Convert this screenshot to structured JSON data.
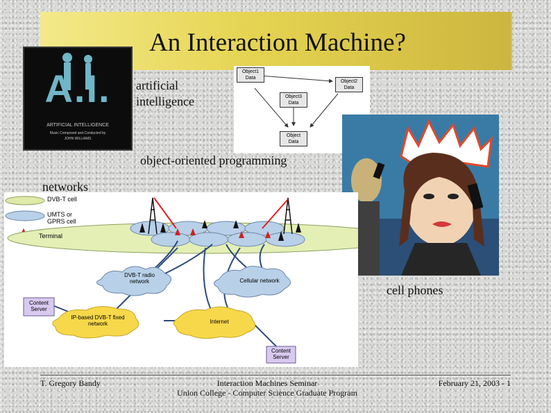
{
  "slide": {
    "title": "An Interaction Machine?",
    "labels": {
      "ai": "artificial intelligence",
      "oop": "object-oriented programming",
      "networks": "networks",
      "cell_phones": "cell phones"
    },
    "ai_poster": {
      "big_text": "A.I.",
      "small_text_1": "ARTIFICIAL INTELLIGENCE",
      "small_text_2": "Music Composed and Conducted by",
      "small_text_3": "JOHN WILLIAMS"
    },
    "oop_diagram": {
      "node_1": "Object1 Data",
      "node_2": "Object2 Data",
      "node_3": "Object3 Data",
      "node_4": "Object Data"
    },
    "network_diagram": {
      "legend_1": "DVB-T cell",
      "legend_2": "UMTS or GPRS cell",
      "legend_3": "Terminal",
      "cloud_1": "DVB-T radio network",
      "cloud_2": "Cellular network",
      "cloud_3": "IP-based DVB-T fixed network",
      "cloud_4": "Internet",
      "server_1": "Content Server",
      "server_2": "Content Server"
    },
    "footer": {
      "left": "T. Gregory Bandy",
      "center_1": "Interaction Machines Seminar",
      "center_2": "Union College - Computer Science Graduate Program",
      "right": "February 21, 2003 - 1"
    }
  }
}
